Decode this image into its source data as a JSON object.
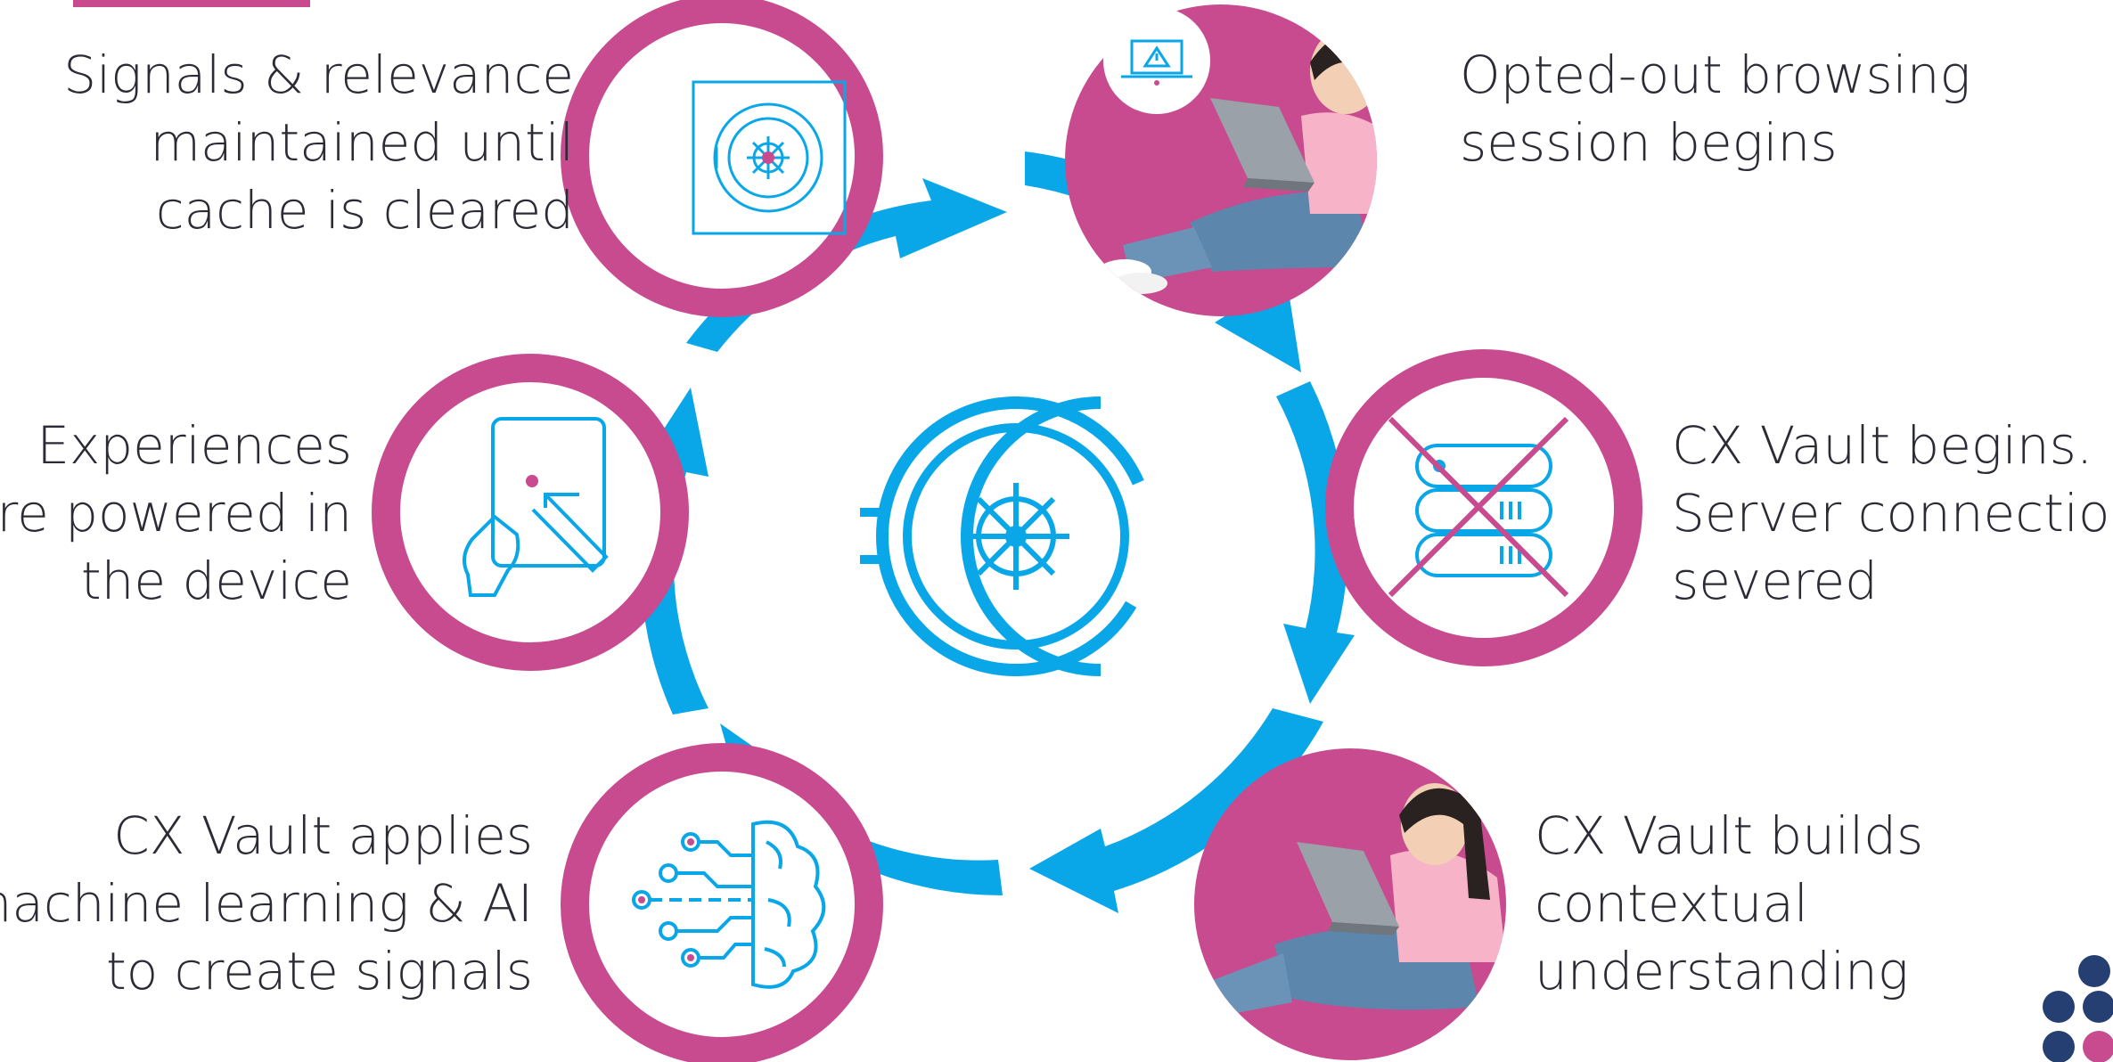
{
  "colors": {
    "magenta": "#c84b8f",
    "blue": "#0aa7e8",
    "navy": "#253f73",
    "text": "#2b2b36"
  },
  "center": {
    "icon": "vault-icon"
  },
  "steps": [
    {
      "lines": [
        "Opted-out browsing",
        "session begins"
      ],
      "icon": "person-with-laptop-warning-icon"
    },
    {
      "lines": [
        "CX Vault begins.",
        "Server connection",
        "severed"
      ],
      "icon": "server-crossed-out-icon"
    },
    {
      "lines": [
        "CX Vault builds",
        "contextual",
        "understanding"
      ],
      "icon": "person-with-laptop-icon"
    },
    {
      "lines": [
        "CX Vault applies",
        "machine learning & AI",
        "to create signals"
      ],
      "icon": "ai-brain-circuit-icon"
    },
    {
      "lines": [
        "Experiences",
        "are powered in",
        "the device"
      ],
      "icon": "tablet-touch-icon"
    },
    {
      "lines": [
        "Signals & relevance",
        "maintained until",
        "cache is cleared"
      ],
      "icon": "vault-safe-icon"
    }
  ]
}
